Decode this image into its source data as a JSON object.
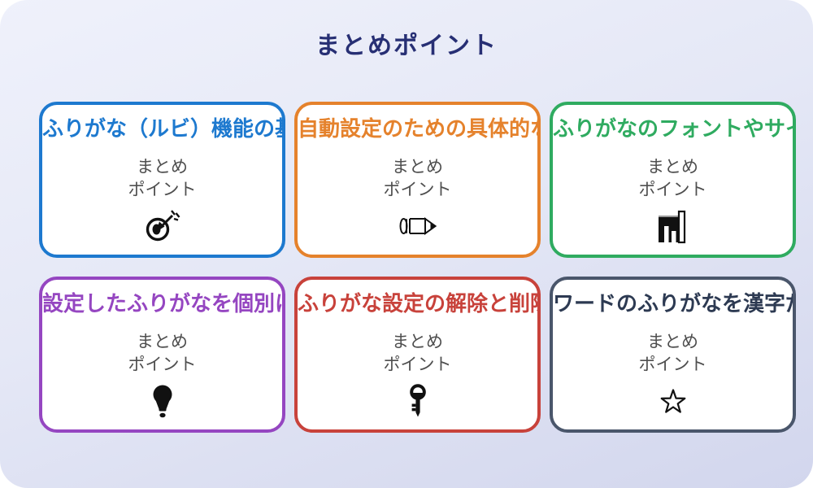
{
  "page": {
    "title": "まとめポイント",
    "title_color": "#272f74"
  },
  "cards": [
    {
      "title": "ふりがな（ルビ）機能の基",
      "color": "#1d79cf",
      "title_color": "#1d79cf",
      "body_line1": "まとめ",
      "body_line2": "ポイント",
      "icon": "dart-target-icon"
    },
    {
      "title": "自動設定のための具体的な",
      "color": "#e5822c",
      "title_color": "#e5822c",
      "body_line1": "まとめ",
      "body_line2": "ポイント",
      "icon": "pencil-icon"
    },
    {
      "title": "ふりがなのフォントやサイ",
      "color": "#2fab60",
      "title_color": "#2fab60",
      "body_line1": "まとめ",
      "body_line2": "ポイント",
      "icon": "bar-chart-icon"
    },
    {
      "title": "設定したふりがなを個別に",
      "color": "#9546c1",
      "title_color": "#9546c1",
      "body_line1": "まとめ",
      "body_line2": "ポイント",
      "icon": "lightbulb-icon"
    },
    {
      "title": "ふりがな設定の解除と削除",
      "color": "#c8423b",
      "title_color": "#c8423b",
      "body_line1": "まとめ",
      "body_line2": "ポイント",
      "icon": "key-icon"
    },
    {
      "title": "ワードのふりがなを漢字だ",
      "color": "#4a566b",
      "title_color": "#2d3a52",
      "body_line1": "まとめ",
      "body_line2": "ポイント",
      "icon": "star-icon"
    }
  ]
}
